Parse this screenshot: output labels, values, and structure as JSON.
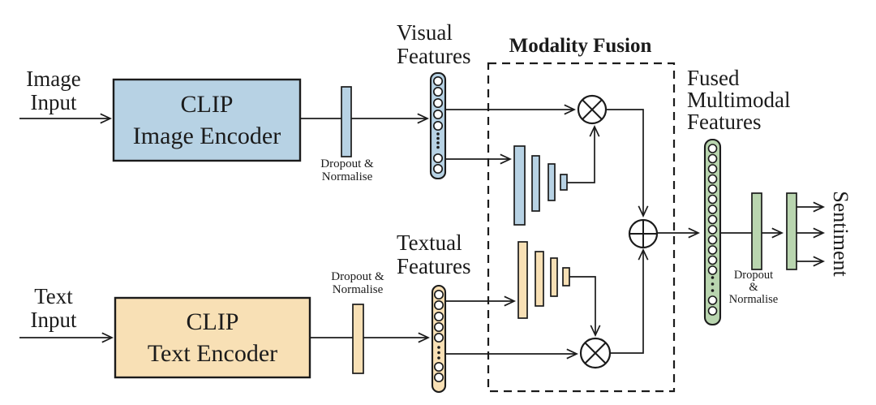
{
  "colors": {
    "blue": "#b7d2e4",
    "orange": "#f8e0b5",
    "green": "#b9d5af",
    "ink": "#1b1b1b",
    "bg": "#ffffff"
  },
  "image_branch": {
    "input_label": "Image\nInput",
    "encoder_line1": "CLIP",
    "encoder_line2": "Image Encoder",
    "dropout_label": "Dropout &\nNormalise",
    "features_label": "Visual\nFeatures"
  },
  "text_branch": {
    "input_label": "Text\nInput",
    "encoder_line1": "CLIP",
    "encoder_line2": "Text Encoder",
    "dropout_label": "Dropout &\nNormalise",
    "features_label": "Textual\nFeatures"
  },
  "fusion": {
    "title": "Modality Fusion",
    "multiply_operator": "⊗",
    "add_operator": "⊕"
  },
  "output": {
    "features_label": "Fused\nMultimodal\nFeatures",
    "dropout_label": "Dropout\n&\nNormalise",
    "sentiment_label": "Sentiment"
  }
}
